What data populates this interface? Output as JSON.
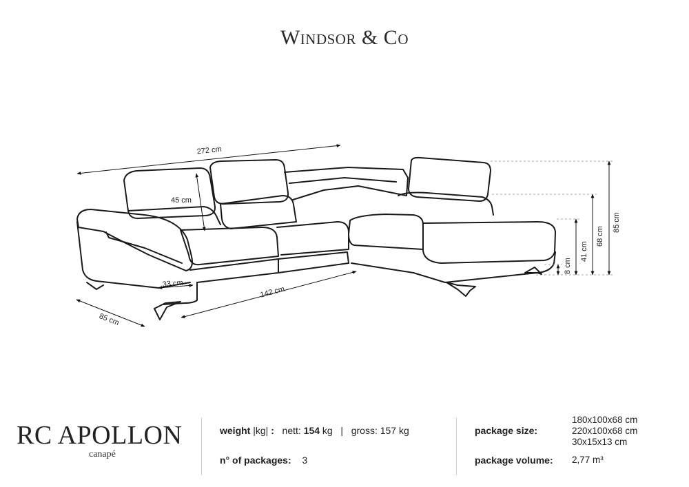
{
  "brand": "Windsor & Co",
  "dimensions": {
    "total_length": "272 cm",
    "backrest": "45 cm",
    "armrest_depth": "33 cm",
    "seat_length": "142 cm",
    "depth": "85 cm",
    "height_total": "85 cm",
    "height_backrest": "68 cm",
    "height_seat": "41 cm",
    "height_leg": "8 cm"
  },
  "product": {
    "name": "RC APOLLON",
    "type": "canapé"
  },
  "specs": {
    "weight_label": "weight",
    "weight_unit": "|kg|",
    "weight_colon": ":",
    "nett_label": "nett:",
    "nett_value": "154",
    "nett_unit": "kg",
    "separator": "|",
    "gross_label": "gross:",
    "gross_value": "157 kg",
    "packages_label": "n° of packages:",
    "packages_value": "3",
    "package_size_label": "package size:",
    "package_sizes": [
      "180x100x68 cm",
      "220x100x68 cm",
      "30x15x13 cm"
    ],
    "package_volume_label": "package volume:",
    "package_volume_value": "2,77 m³"
  }
}
